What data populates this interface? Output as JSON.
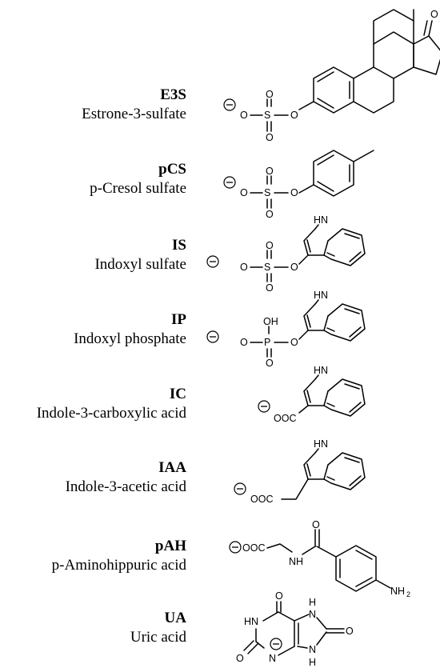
{
  "compounds": [
    {
      "abbr": "E3S",
      "name": "Estrone-3-sulfate"
    },
    {
      "abbr": "pCS",
      "name": "p-Cresol sulfate"
    },
    {
      "abbr": "IS",
      "name": "Indoxyl sulfate"
    },
    {
      "abbr": "IP",
      "name": "Indoxyl phosphate"
    },
    {
      "abbr": "IC",
      "name": "Indole-3-carboxylic acid"
    },
    {
      "abbr": "IAA",
      "name": "Indole-3-acetic acid"
    },
    {
      "abbr": "pAH",
      "name": "p-Aminohippuric acid"
    },
    {
      "abbr": "UA",
      "name": "Uric acid"
    }
  ],
  "atoms": {
    "O": "O",
    "S": "S",
    "P": "P",
    "OH": "OH",
    "HN": "HN",
    "H": "H",
    "N": "N",
    "NH": "NH",
    "OOC": "OOC",
    "NH2_main": "NH",
    "NH2_sub": "2"
  }
}
